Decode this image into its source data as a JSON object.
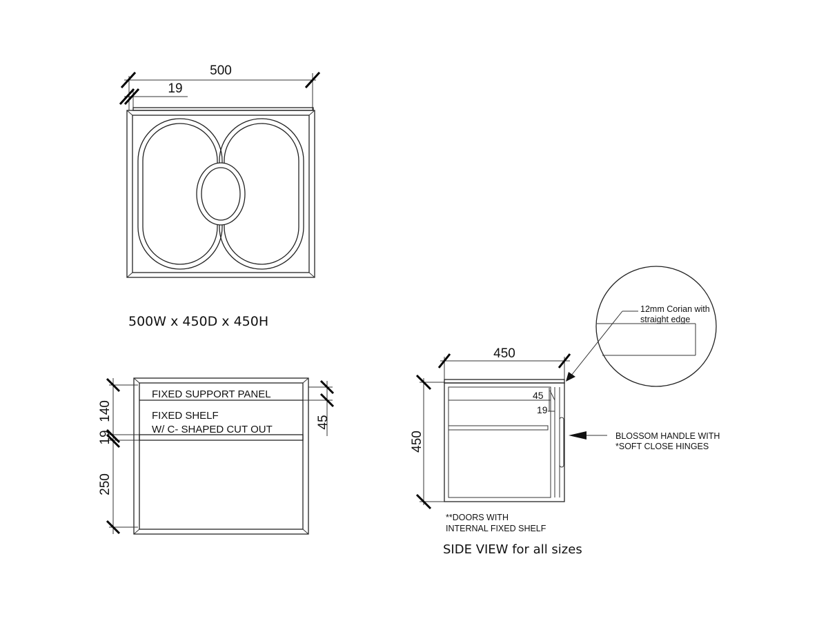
{
  "plan_view": {
    "width_dim": "500",
    "panel_dim": "19",
    "size_caption": "500W x 450D x 450H"
  },
  "front_section": {
    "support_panel_label": "FIXED SUPPORT PANEL",
    "shelf_label_line1": "FIXED SHELF",
    "shelf_label_line2": "W/ C- SHAPED CUT OUT",
    "dim_140": "140",
    "dim_19": "19",
    "dim_250": "250",
    "dim_45": "45"
  },
  "side_view": {
    "depth_dim": "450",
    "height_dim": "450",
    "top_dim": "45",
    "panel_dim": "19",
    "corian_note_line1": "12mm Corian with",
    "corian_note_line2": "straight edge",
    "handle_note_line1": "BLOSSOM HANDLE WITH",
    "handle_note_line2": "*SOFT CLOSE HINGES",
    "doors_note_line1": "**DOORS WITH",
    "doors_note_line2": "INTERNAL FIXED SHELF",
    "caption": "SIDE VIEW for all sizes"
  }
}
